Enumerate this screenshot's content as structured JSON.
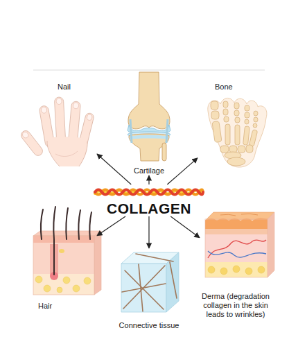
{
  "diagram": {
    "nodes": [
      {
        "text": [
          "Nail"
        ]
      },
      {
        "text": [
          "Cartilage"
        ]
      },
      {
        "text": [
          "Bone"
        ]
      },
      {
        "text": [
          "COLLAGEN"
        ]
      },
      {
        "text": [
          "Hair"
        ]
      },
      {
        "text": [
          "Connective tissue"
        ]
      },
      {
        "text": [
          "Derma (degradation collagen in the skin leads to wrinkles)"
        ]
      }
    ],
    "edges": [
      {
        "from": 3,
        "to": 0,
        "arrow": "to"
      },
      {
        "from": 3,
        "to": 1,
        "arrow": "to"
      },
      {
        "from": 3,
        "to": 2,
        "arrow": "to"
      },
      {
        "from": 3,
        "to": 4,
        "arrow": "to"
      },
      {
        "from": 3,
        "to": 5,
        "arrow": "to"
      },
      {
        "from": 3,
        "to": 6,
        "arrow": "to"
      }
    ]
  }
}
